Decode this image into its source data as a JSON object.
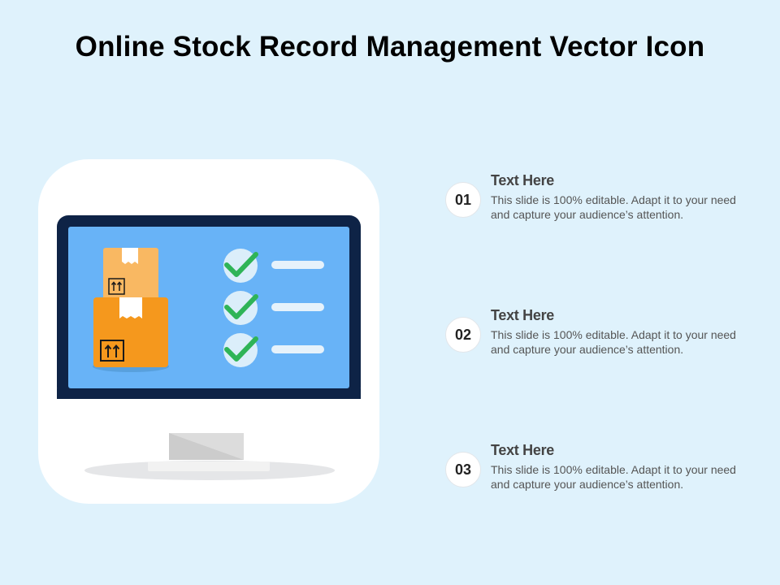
{
  "title": "Online Stock Record Management Vector Icon",
  "colors": {
    "background": "#dff2fc",
    "monitor_frame": "#0e2346",
    "screen": "#68b3f7",
    "box_light": "#f9b862",
    "box_dark": "#f5981d",
    "check": "#2fb457",
    "check_circle": "#dbeefa"
  },
  "icons": [
    "monitor-icon",
    "boxes-icon",
    "checkmark-icon"
  ],
  "items": [
    {
      "number": "01",
      "title": "Text Here",
      "text": "This slide is 100% editable. Adapt it to your need and capture your audience’s attention."
    },
    {
      "number": "02",
      "title": "Text Here",
      "text": "This slide is 100% editable. Adapt it to your need and capture your audience’s attention."
    },
    {
      "number": "03",
      "title": "Text Here",
      "text": "This slide is 100% editable. Adapt it to your need and capture your audience’s attention."
    }
  ]
}
